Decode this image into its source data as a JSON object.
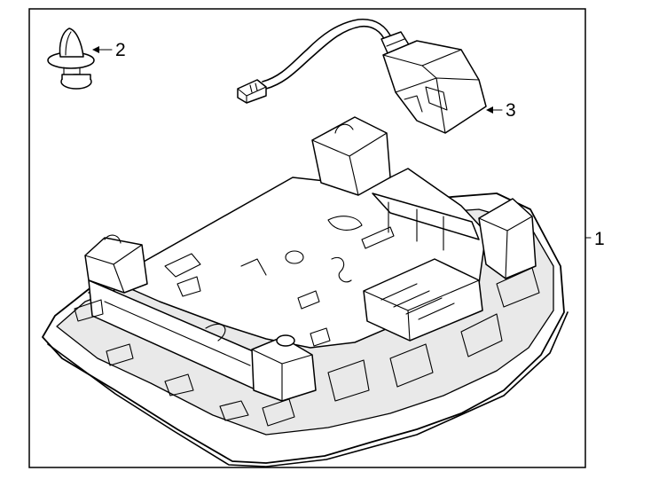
{
  "diagram": {
    "callouts": [
      {
        "id": "part-1",
        "label": "1"
      },
      {
        "id": "part-2",
        "label": "2"
      },
      {
        "id": "part-3",
        "label": "3"
      }
    ],
    "colors": {
      "line": "#000000",
      "background": "#ffffff",
      "shade": "#e9e9e9"
    }
  }
}
